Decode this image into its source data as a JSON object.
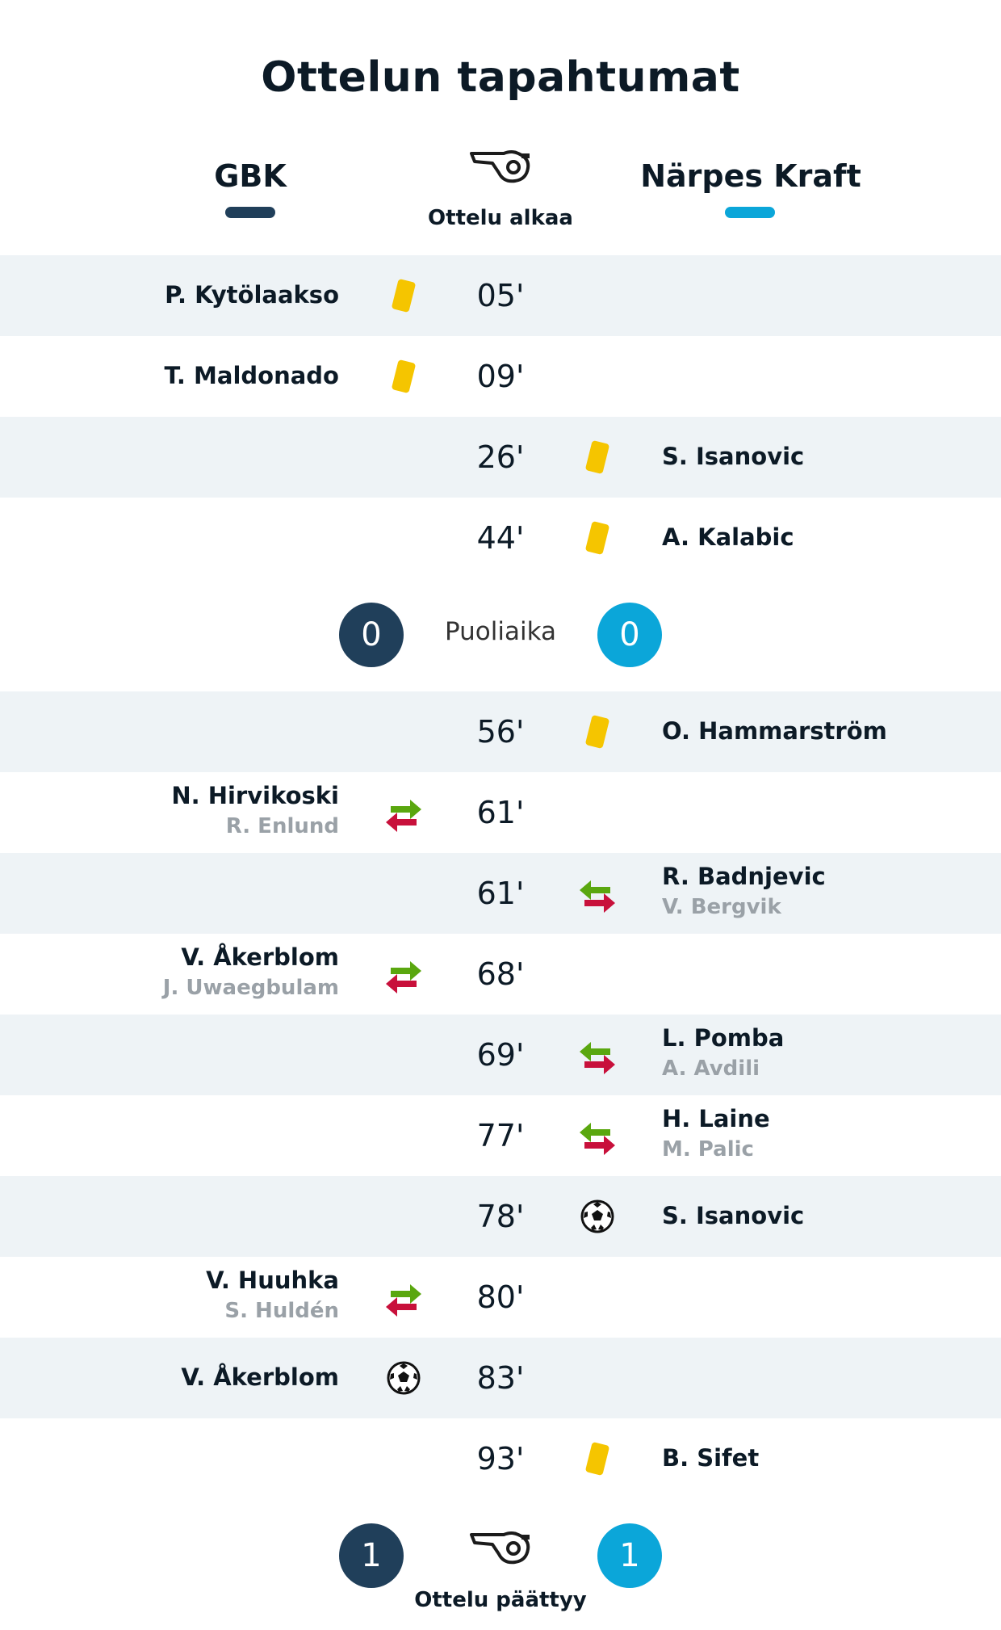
{
  "title": "Ottelun tapahtumat",
  "teams": {
    "home": "GBK",
    "away": "Närpes Kraft"
  },
  "colors": {
    "home": "#203f5a",
    "away": "#0ba6d9",
    "yellow_card": "#f5c500",
    "sub_in": "#5aa70f",
    "sub_out": "#c8103b"
  },
  "kickoff_label": "Ottelu alkaa",
  "halftime": {
    "label": "Puoliaika",
    "home_score": "0",
    "away_score": "0"
  },
  "fulltime": {
    "label": "Ottelu päättyy",
    "home_score": "1",
    "away_score": "1"
  },
  "events": [
    {
      "minute": "05'",
      "side": "home",
      "type": "yellow-card",
      "player": "P. Kytölaakso",
      "sub": ""
    },
    {
      "minute": "09'",
      "side": "home",
      "type": "yellow-card",
      "player": "T. Maldonado",
      "sub": ""
    },
    {
      "minute": "26'",
      "side": "away",
      "type": "yellow-card",
      "player": "S. Isanovic",
      "sub": ""
    },
    {
      "minute": "44'",
      "side": "away",
      "type": "yellow-card",
      "player": "A. Kalabic",
      "sub": ""
    },
    {
      "minute": "56'",
      "side": "away",
      "type": "yellow-card",
      "player": "O. Hammarström",
      "sub": ""
    },
    {
      "minute": "61'",
      "side": "home",
      "type": "substitution",
      "player": "N. Hirvikoski",
      "sub": "R. Enlund"
    },
    {
      "minute": "61'",
      "side": "away",
      "type": "substitution",
      "player": "R. Badnjevic",
      "sub": "V. Bergvik"
    },
    {
      "minute": "68'",
      "side": "home",
      "type": "substitution",
      "player": "V. Åkerblom",
      "sub": "J. Uwaegbulam"
    },
    {
      "minute": "69'",
      "side": "away",
      "type": "substitution",
      "player": "L. Pomba",
      "sub": "A. Avdili"
    },
    {
      "minute": "77'",
      "side": "away",
      "type": "substitution",
      "player": "H. Laine",
      "sub": "M. Palic"
    },
    {
      "minute": "78'",
      "side": "away",
      "type": "goal",
      "player": "S. Isanovic",
      "sub": ""
    },
    {
      "minute": "80'",
      "side": "home",
      "type": "substitution",
      "player": "V. Huuhka",
      "sub": "S. Huldén"
    },
    {
      "minute": "83'",
      "side": "home",
      "type": "goal",
      "player": "V. Åkerblom",
      "sub": ""
    },
    {
      "minute": "93'",
      "side": "away",
      "type": "yellow-card",
      "player": "B. Sifet",
      "sub": ""
    }
  ]
}
